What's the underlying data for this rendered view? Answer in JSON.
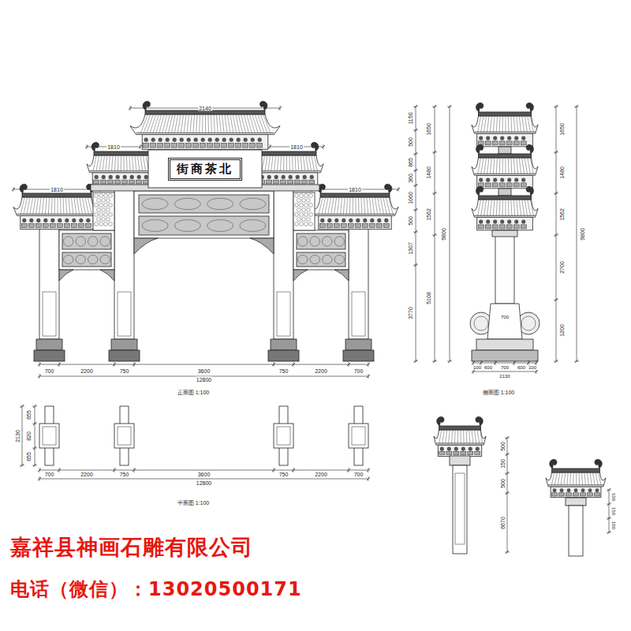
{
  "diagram": {
    "nodes": [
      {
        "text": [
          "街商茶北"
        ]
      }
    ],
    "labels": [
      "2140",
      "1810",
      "1810",
      "1810",
      "1810",
      "700",
      "2200",
      "750",
      "3600",
      "750",
      "2200",
      "700",
      "12800",
      "正面图 1:100",
      "655",
      "820",
      "655",
      "2130",
      "700",
      "2200",
      "750",
      "3600",
      "750",
      "2200",
      "700",
      "12800",
      "平面图 1:100",
      "1150",
      "500",
      "865",
      "360",
      "1060",
      "500",
      "1307",
      "3770",
      "1650",
      "1480",
      "1562",
      "5108",
      "9800",
      "1650",
      "1480",
      "1562",
      "2700",
      "1200",
      "9800",
      "700",
      "100",
      "600",
      "700",
      "600",
      "100",
      "2130",
      "侧面图 1:100",
      "500",
      "150",
      "500",
      "6670",
      "100",
      "150",
      "100",
      "嘉祥县神画石雕有限公司",
      "电话（微信）：13020500171"
    ]
  }
}
